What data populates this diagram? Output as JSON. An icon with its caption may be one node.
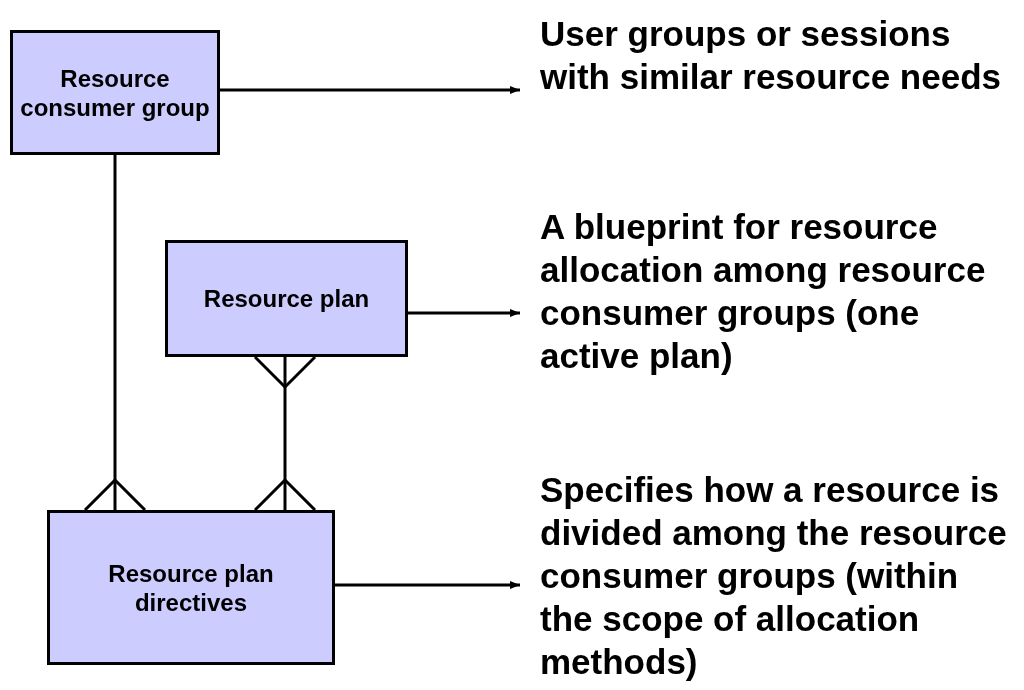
{
  "diagram": {
    "nodes": [
      {
        "text": [
          "Resource consumer group"
        ]
      },
      {
        "text": [
          "User groups or sessions with similar resource needs"
        ]
      },
      {
        "text": [
          "Resource plan"
        ]
      },
      {
        "text": [
          "A blueprint for resource allocation among resource consumer groups (one active plan)"
        ]
      },
      {
        "text": [
          "Resource plan directives"
        ]
      },
      {
        "text": [
          "Specifies how a resource is divided among the resource consumer groups (within the scope of allocation methods)"
        ]
      }
    ],
    "edges": [
      {
        "from": 0,
        "to": 1,
        "arrow": "to"
      },
      {
        "from": 2,
        "to": 3,
        "arrow": "to"
      },
      {
        "from": 4,
        "to": 5,
        "arrow": "to"
      },
      {
        "from": 0,
        "to": 4,
        "arrow": "other"
      },
      {
        "from": 2,
        "to": 4,
        "arrow": "other"
      }
    ]
  }
}
